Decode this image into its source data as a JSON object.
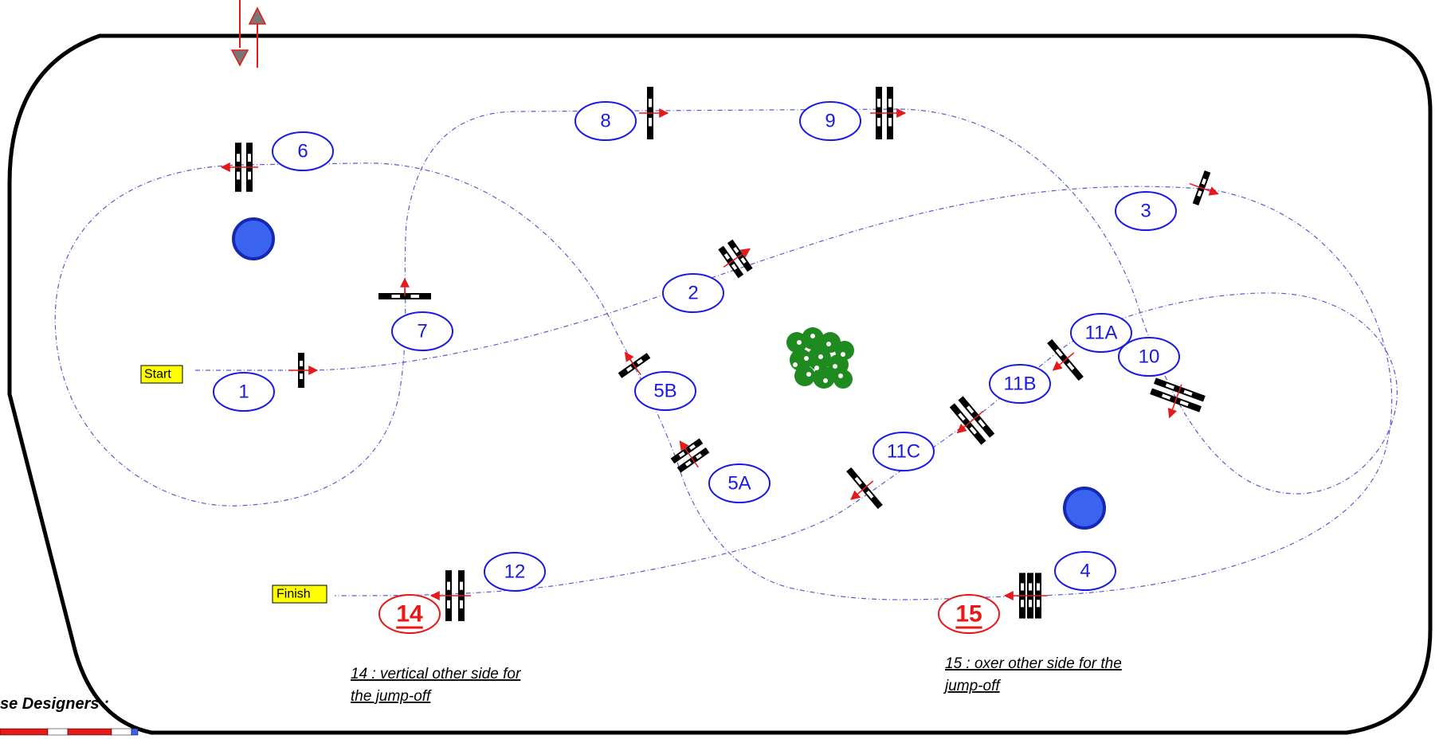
{
  "start_label": "Start",
  "finish_label": "Finish",
  "obstacles": [
    {
      "id": "1",
      "label": "1"
    },
    {
      "id": "2",
      "label": "2"
    },
    {
      "id": "3",
      "label": "3"
    },
    {
      "id": "4",
      "label": "4"
    },
    {
      "id": "5A",
      "label": "5A"
    },
    {
      "id": "5B",
      "label": "5B"
    },
    {
      "id": "6",
      "label": "6"
    },
    {
      "id": "7",
      "label": "7"
    },
    {
      "id": "8",
      "label": "8"
    },
    {
      "id": "9",
      "label": "9"
    },
    {
      "id": "10",
      "label": "10"
    },
    {
      "id": "11A",
      "label": "11A"
    },
    {
      "id": "11B",
      "label": "11B"
    },
    {
      "id": "11C",
      "label": "11C"
    },
    {
      "id": "12",
      "label": "12"
    }
  ],
  "jump_off_obstacles": [
    {
      "id": "14",
      "label": "14"
    },
    {
      "id": "15",
      "label": "15"
    }
  ],
  "notes": {
    "note14_line1": "14 : vertical other side for",
    "note14_line2": "the jump-off",
    "note15_line1": "15 : oxer other side for the",
    "note15_line2": "jump-off"
  },
  "designers_label": "se Designers :",
  "colors": {
    "label_blue": "#1a1ae6",
    "jumpoff_red": "#e61919",
    "path_blue": "#5a5ad8",
    "direction_red": "#e61919",
    "tag_yellow": "#ffff00",
    "marker_blue": "#3a64f0",
    "bush_green": "#1f8a1f"
  }
}
